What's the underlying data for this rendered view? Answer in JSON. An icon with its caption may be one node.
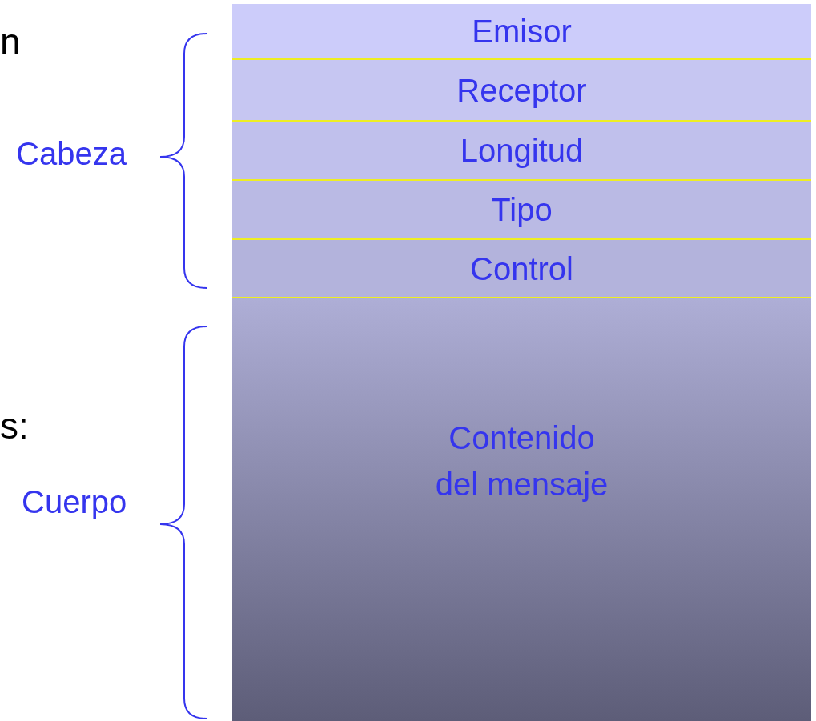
{
  "diagram": {
    "nodes": [
      {
        "text": [
          "Emisor"
        ]
      },
      {
        "text": [
          "Receptor"
        ]
      },
      {
        "text": [
          "Longitud"
        ]
      },
      {
        "text": [
          "Tipo"
        ]
      },
      {
        "text": [
          "Control"
        ]
      },
      {
        "text": [
          "Contenido del mensaje"
        ]
      }
    ],
    "edges": [],
    "labels": [
      "n",
      "Cabeza",
      "s:",
      "Cuerpo"
    ]
  }
}
